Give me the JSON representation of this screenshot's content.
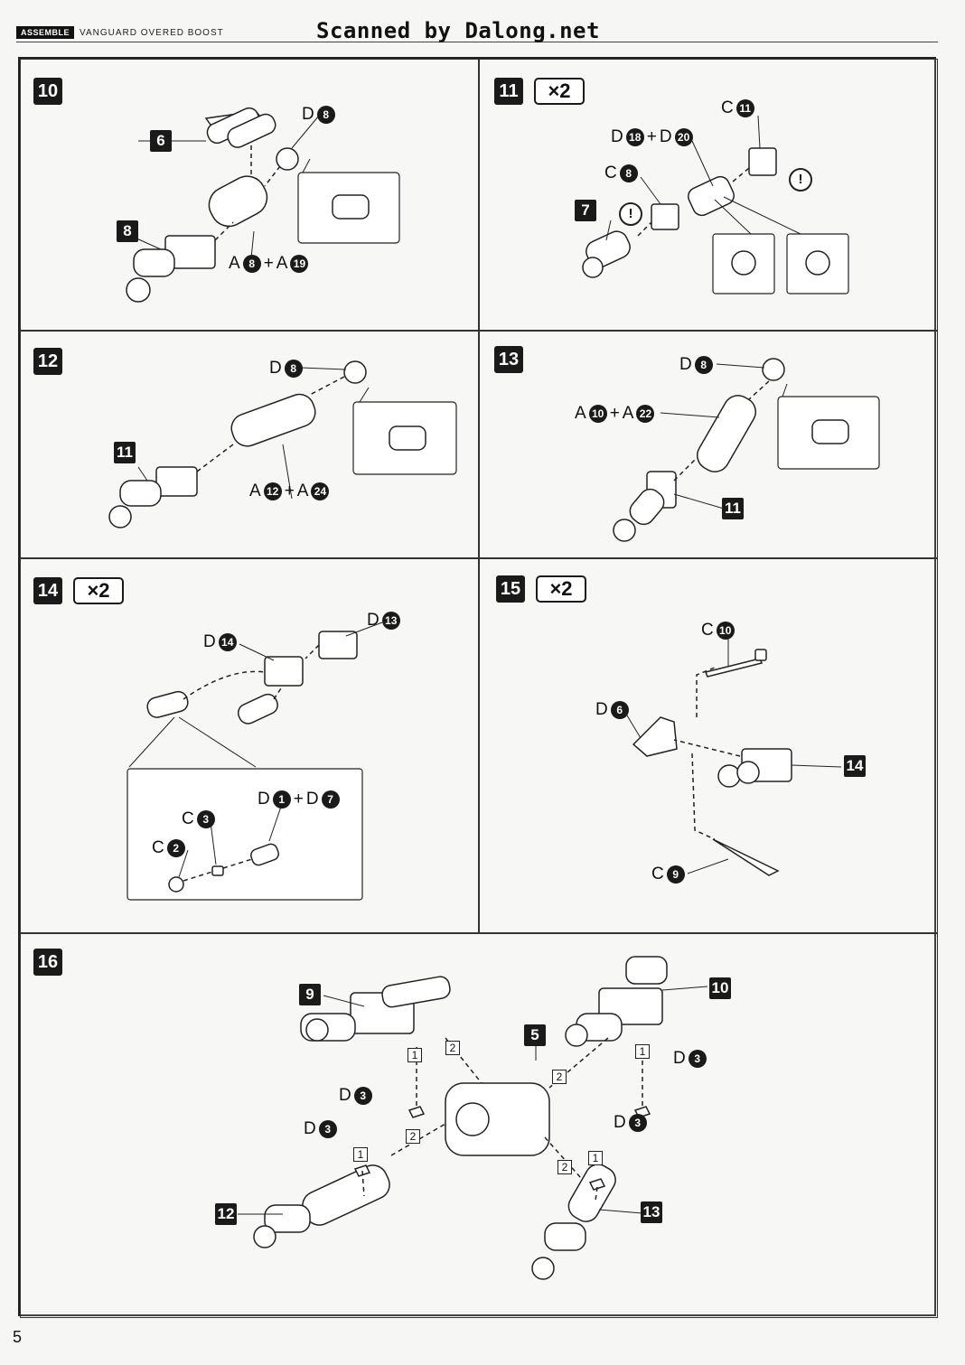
{
  "header": {
    "tag": "ASSEMBLE",
    "title": "VANGUARD OVERED BOOST",
    "scan_credit": "Scanned by Dalong.net"
  },
  "page_number": "5",
  "steps": {
    "s10": {
      "number": "10",
      "sub_a": "6",
      "sub_b": "8",
      "part_top": "D",
      "part_top_n": "8",
      "part_bottom_a": "A",
      "part_bottom_an": "8",
      "plus": "+",
      "part_bottom_b": "A",
      "part_bottom_bn": "19"
    },
    "s11": {
      "number": "11",
      "multiplier": "×2",
      "sub": "7",
      "part_c_top": "C",
      "part_c_top_n": "11",
      "part_d1": "D",
      "part_d1_n": "18",
      "plus": "+",
      "part_d2": "D",
      "part_d2_n": "20",
      "part_c_mid": "C",
      "part_c_mid_n": "8",
      "warning": "!"
    },
    "s12": {
      "number": "12",
      "sub": "11",
      "part_top": "D",
      "part_top_n": "8",
      "part_bottom_a": "A",
      "part_bottom_an": "12",
      "plus": "+",
      "part_bottom_b": "A",
      "part_bottom_bn": "24"
    },
    "s13": {
      "number": "13",
      "sub": "11",
      "part_top": "D",
      "part_top_n": "8",
      "part_mid_a": "A",
      "part_mid_an": "10",
      "plus": "+",
      "part_mid_b": "A",
      "part_mid_bn": "22"
    },
    "s14": {
      "number": "14",
      "multiplier": "×2",
      "part_d14": "D",
      "part_d14_n": "14",
      "part_d13": "D",
      "part_d13_n": "13",
      "part_d1": "D",
      "part_d1_n": "1",
      "plus": "+",
      "part_d7": "D",
      "part_d7_n": "7",
      "part_c3": "C",
      "part_c3_n": "3",
      "part_c2": "C",
      "part_c2_n": "2"
    },
    "s15": {
      "number": "15",
      "multiplier": "×2",
      "sub": "14",
      "part_c10": "C",
      "part_c10_n": "10",
      "part_d6": "D",
      "part_d6_n": "6",
      "part_c9": "C",
      "part_c9_n": "9"
    },
    "s16": {
      "number": "16",
      "sub_9": "9",
      "sub_10": "10",
      "sub_5": "5",
      "sub_12": "12",
      "sub_13": "13",
      "part_d": "D",
      "part_d_n": "3",
      "order_1": "1",
      "order_2": "2"
    }
  }
}
